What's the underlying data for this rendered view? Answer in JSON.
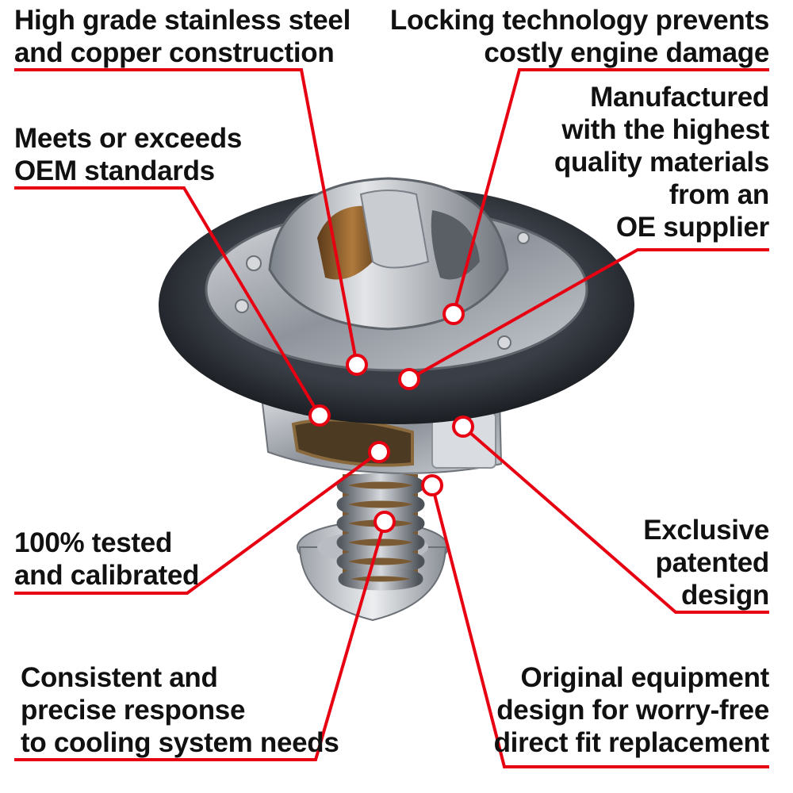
{
  "colors": {
    "accent": "#e60012",
    "text": "#111111",
    "background": "#ffffff"
  },
  "callouts": [
    {
      "id": "stainless",
      "lines": [
        "High grade stainless steel",
        "and copper construction"
      ]
    },
    {
      "id": "locking",
      "lines": [
        "Locking technology prevents",
        "costly engine damage"
      ]
    },
    {
      "id": "oem",
      "lines": [
        "Meets or exceeds",
        "OEM standards"
      ]
    },
    {
      "id": "manufactured",
      "lines": [
        "Manufactured",
        "with the highest",
        "quality materials",
        "from an",
        "OE supplier"
      ]
    },
    {
      "id": "tested",
      "lines": [
        "100% tested",
        "and calibrated"
      ]
    },
    {
      "id": "exclusive",
      "lines": [
        "Exclusive",
        "patented",
        "design"
      ]
    },
    {
      "id": "consistent",
      "lines": [
        "Consistent and",
        "precise response",
        "to cooling system needs"
      ]
    },
    {
      "id": "original",
      "lines": [
        "Original equipment",
        "design for worry-free",
        "direct fit replacement"
      ]
    }
  ],
  "product_image": {
    "subject": "thermostat-with-gasket"
  }
}
